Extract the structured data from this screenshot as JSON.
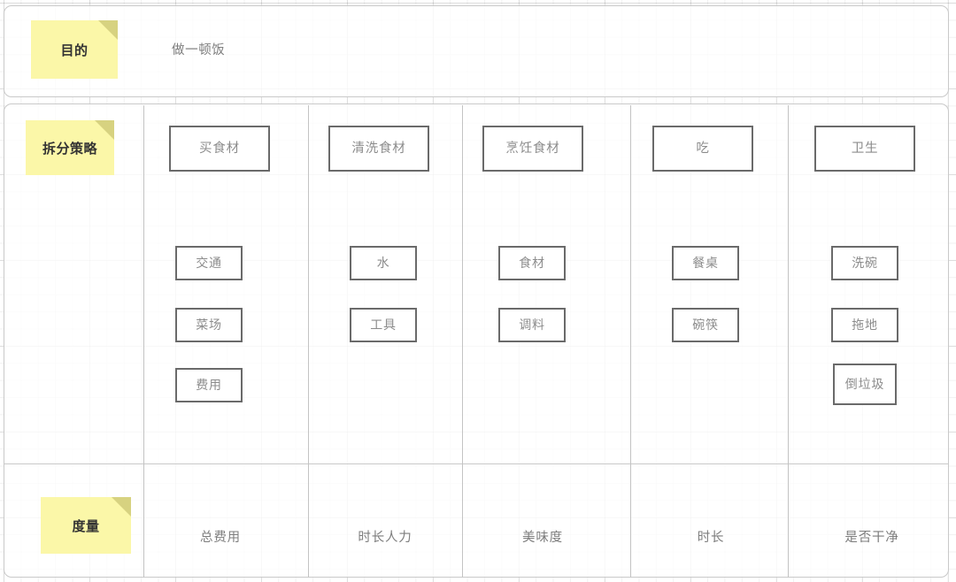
{
  "board": {
    "grid_color": "#ededed",
    "card_border_color": "#c9c9c9",
    "sticky_color": "#fbf7a8",
    "sticky_fold_color": "#d7d280",
    "node_border_color": "#6a6a6a",
    "node_text_color": "#8c8c8c"
  },
  "goal_section": {
    "sticky_label": "目的",
    "value": "做一顿饭"
  },
  "strategy_section": {
    "sticky_label": "拆分策略",
    "columns": [
      {
        "head": "买食材",
        "subs": [
          "交通",
          "菜场",
          "费用"
        ]
      },
      {
        "head": "清洗食材",
        "subs": [
          "水",
          "工具"
        ]
      },
      {
        "head": "烹饪食材",
        "subs": [
          "食材",
          "调料"
        ]
      },
      {
        "head": "吃",
        "subs": [
          "餐桌",
          "碗筷"
        ]
      },
      {
        "head": "卫生",
        "subs": [
          "洗碗",
          "拖地",
          "倒垃圾"
        ]
      }
    ]
  },
  "metric_section": {
    "sticky_label": "度量",
    "metrics": [
      "总费用",
      "时长人力",
      "美味度",
      "时长",
      "是否干净"
    ]
  }
}
